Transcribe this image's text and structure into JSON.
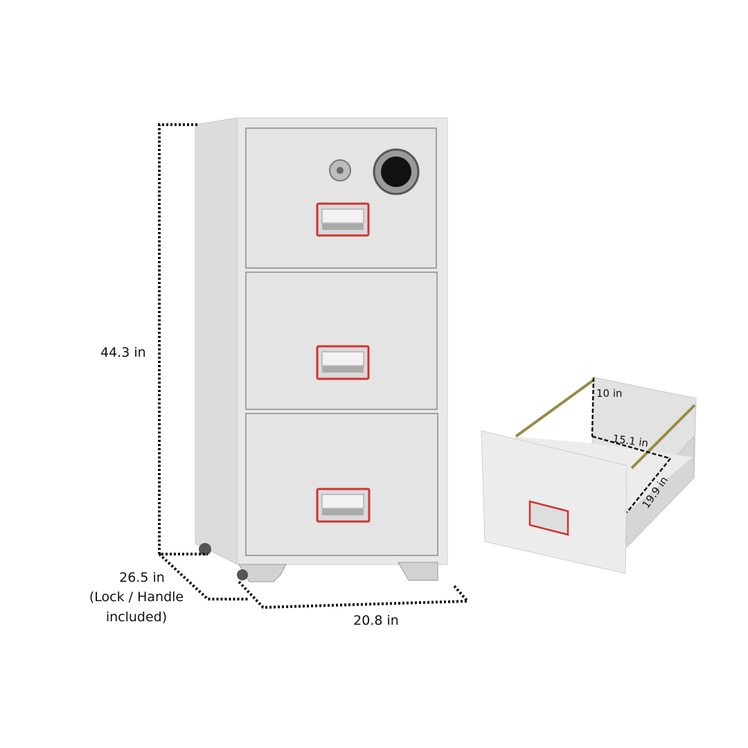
{
  "cabinet": {
    "height_label": "44.3 in",
    "depth_label": "26.5 in",
    "depth_note_line1": "(Lock / Handle",
    "depth_note_line2": "included)",
    "width_label": "20.8 in",
    "drawer_count": 3
  },
  "drawer": {
    "height_label": "10 in",
    "width_label": "15.1 in",
    "depth_label": "19.9 in"
  },
  "colors": {
    "body": "#e6e6e6",
    "handle_frame": "#d0332e",
    "rail": "#9a8a45"
  }
}
